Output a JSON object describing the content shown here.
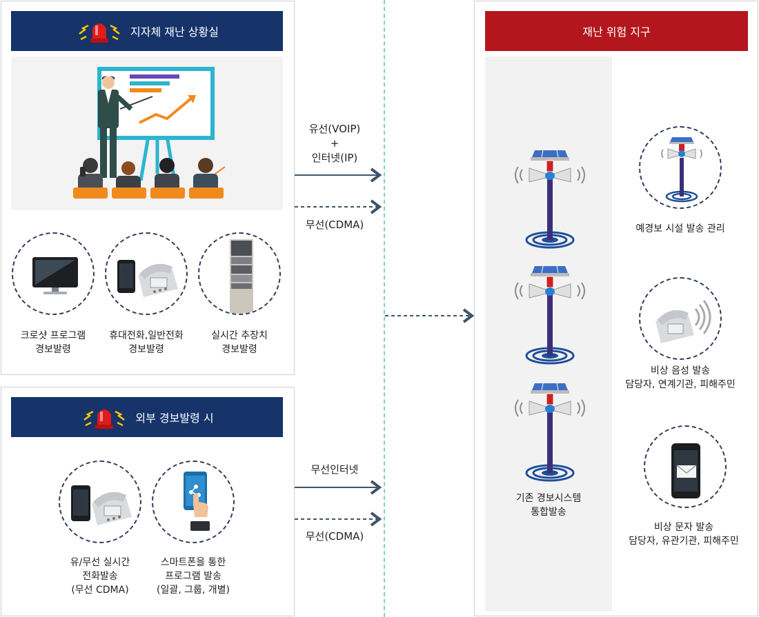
{
  "local_office": {
    "title": "지자체 재난 상황실",
    "items": [
      {
        "line1": "크로샷 프로그램",
        "line2": "경보발령",
        "icon": "monitor-icon"
      },
      {
        "line1": "휴대전화,일반전화",
        "line2": "경보발령",
        "icon": "phone-icon"
      },
      {
        "line1": "실시간 추장치",
        "line2": "경보발령",
        "icon": "equipment-rack-icon"
      }
    ]
  },
  "external": {
    "title": "외부 경보발령 시",
    "items": [
      {
        "line1": "유/무선 실시간",
        "line2": "전화발송",
        "line3": "(무선 CDMA)",
        "icon": "phone-icon"
      },
      {
        "line1": "스마트폰을 통한",
        "line2": "프로그램 발송",
        "line3": "(일괄, 그룹, 개별)",
        "icon": "smartphone-touch-icon"
      }
    ]
  },
  "links": {
    "wired_line1": "유선(VOIP)",
    "wired_plus": "+",
    "wired_line2": "인터넷(IP)",
    "wireless_cdma_top": "무선(CDMA)",
    "wireless_internet": "무선인터넷",
    "wireless_cdma_bottom": "무선(CDMA)"
  },
  "danger_zone": {
    "title": "재난 위험 지구",
    "integration_line1": "기존 경보시스템",
    "integration_line2": "통합발송",
    "items": [
      {
        "line1": "예경보 시설 발송 관리",
        "icon": "siren-tower-icon"
      },
      {
        "line1": "비상 음성 발송",
        "line2": "담당자, 연계기관, 피해주민",
        "icon": "phone-signal-icon"
      },
      {
        "line1": "비상 문자 발송",
        "line2": "담당자, 유관기관, 피해주민",
        "icon": "sms-phone-icon"
      }
    ]
  },
  "colors": {
    "navy": "#16336a",
    "red": "#b3171d",
    "arrow": "#3d5468",
    "divider": "#7fcfcc"
  }
}
